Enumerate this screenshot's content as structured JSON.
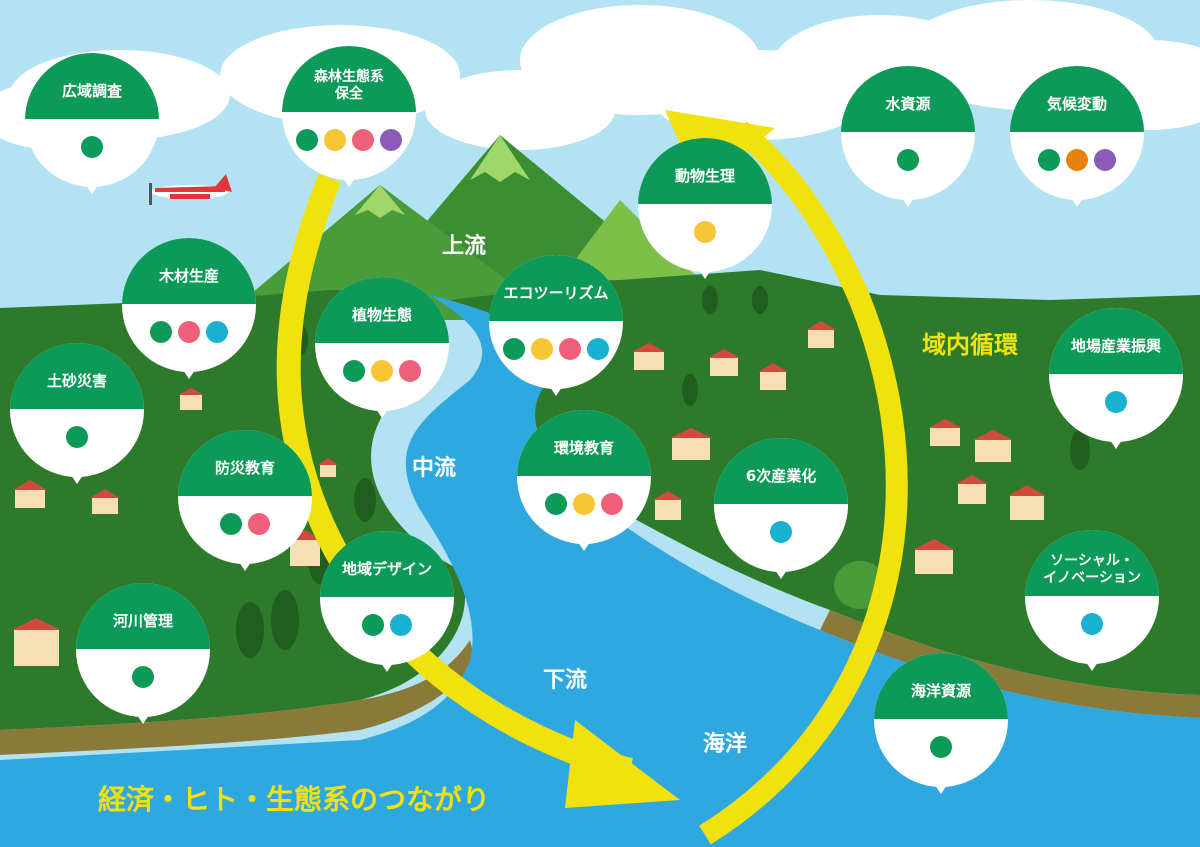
{
  "colors": {
    "sky": "#b3e3f3",
    "cloud": "#ffffff",
    "land": "#2d7a2a",
    "water": "#2fa8e0",
    "header_green": "#0d9a58",
    "arrow": "#f1e20d",
    "dot_green": "#0d9a58",
    "dot_yellow": "#f6c634",
    "dot_pink": "#f0607a",
    "dot_purple": "#8a5bb8",
    "dot_orange": "#e8820f",
    "dot_cyan": "#1ab0d2"
  },
  "zones": {
    "upstream": "上流",
    "midstream": "中流",
    "downstream": "下流",
    "ocean": "海洋"
  },
  "captions": {
    "cycle": "域内循環",
    "connection": "経済・ヒト・生態系のつながり"
  },
  "pins": [
    {
      "label": "広域調査",
      "dots": [
        "green"
      ]
    },
    {
      "label": "森林生態系\n保全",
      "dots": [
        "green",
        "yellow",
        "pink",
        "purple"
      ]
    },
    {
      "label": "水資源",
      "dots": [
        "green"
      ]
    },
    {
      "label": "気候変動",
      "dots": [
        "green",
        "orange",
        "purple"
      ]
    },
    {
      "label": "動物生理",
      "dots": [
        "yellow"
      ]
    },
    {
      "label": "木材生産",
      "dots": [
        "green",
        "pink",
        "cyan"
      ]
    },
    {
      "label": "植物生態",
      "dots": [
        "green",
        "yellow",
        "pink"
      ]
    },
    {
      "label": "エコツーリズム",
      "dots": [
        "green",
        "yellow",
        "pink",
        "cyan"
      ]
    },
    {
      "label": "地場産業振興",
      "dots": [
        "cyan"
      ]
    },
    {
      "label": "土砂災害",
      "dots": [
        "green"
      ]
    },
    {
      "label": "環境教育",
      "dots": [
        "green",
        "yellow",
        "pink"
      ]
    },
    {
      "label": "防災教育",
      "dots": [
        "green",
        "pink"
      ]
    },
    {
      "label": "6次産業化",
      "dots": [
        "cyan"
      ]
    },
    {
      "label": "地域デザイン",
      "dots": [
        "green",
        "cyan"
      ]
    },
    {
      "label": "ソーシャル・\nイノベーション",
      "dots": [
        "cyan"
      ]
    },
    {
      "label": "河川管理",
      "dots": [
        "green"
      ]
    },
    {
      "label": "海洋資源",
      "dots": [
        "green"
      ]
    }
  ]
}
